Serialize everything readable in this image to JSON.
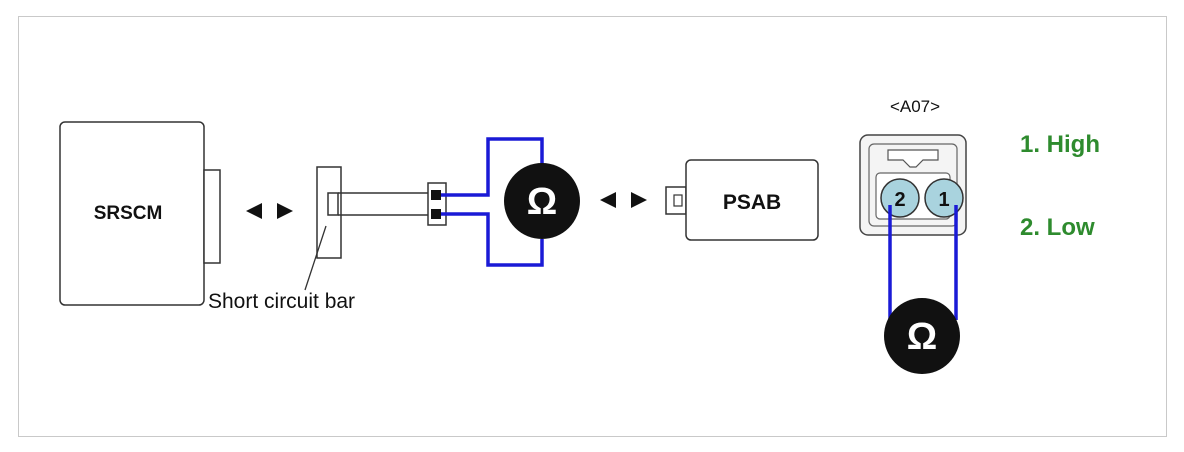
{
  "diagram": {
    "srscm_label": "SRSCM",
    "psab_label": "PSAB",
    "short_circuit_bar_label": "Short circuit bar",
    "connector_id": "<A07>",
    "pin_1": "1",
    "pin_2": "2",
    "legend_1": "1. High",
    "legend_2": "2. Low",
    "ohm_symbol": "Ω",
    "colors": {
      "wire": "#1a1ad6",
      "legend": "#2e8b2e",
      "pin_fill": "#a9d3de"
    }
  }
}
